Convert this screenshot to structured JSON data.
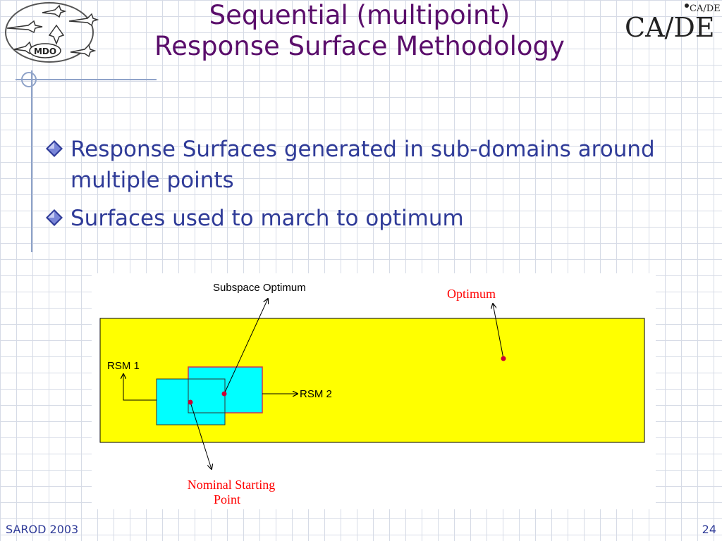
{
  "slide": {
    "title_line1": "Sequential (multipoint)",
    "title_line2": "Response Surface Methodology",
    "bullets": [
      "Response Surfaces generated in sub-domains around multiple points",
      "Surfaces used to march to optimum"
    ],
    "footer_left": "SAROD 2003",
    "page_number": "24"
  },
  "logos": {
    "left_text": "MDO",
    "right_text_large": "CA/DE",
    "right_text_small": "CA/DE"
  },
  "diagram": {
    "label_subspace_optimum": "Subspace Optimum",
    "label_optimum": "Optimum",
    "label_rsm1": "RSM 1",
    "label_rsm2": "RSM 2",
    "label_nominal_line1": "Nominal Starting",
    "label_nominal_line2": "Point"
  },
  "colors": {
    "title": "#5a0e6b",
    "bullet_text": "#2f3b98",
    "domain_fill": "#ffff00",
    "subdomain_fill": "#00ffff",
    "point": "#cc0033",
    "red_label": "#ff0000"
  }
}
